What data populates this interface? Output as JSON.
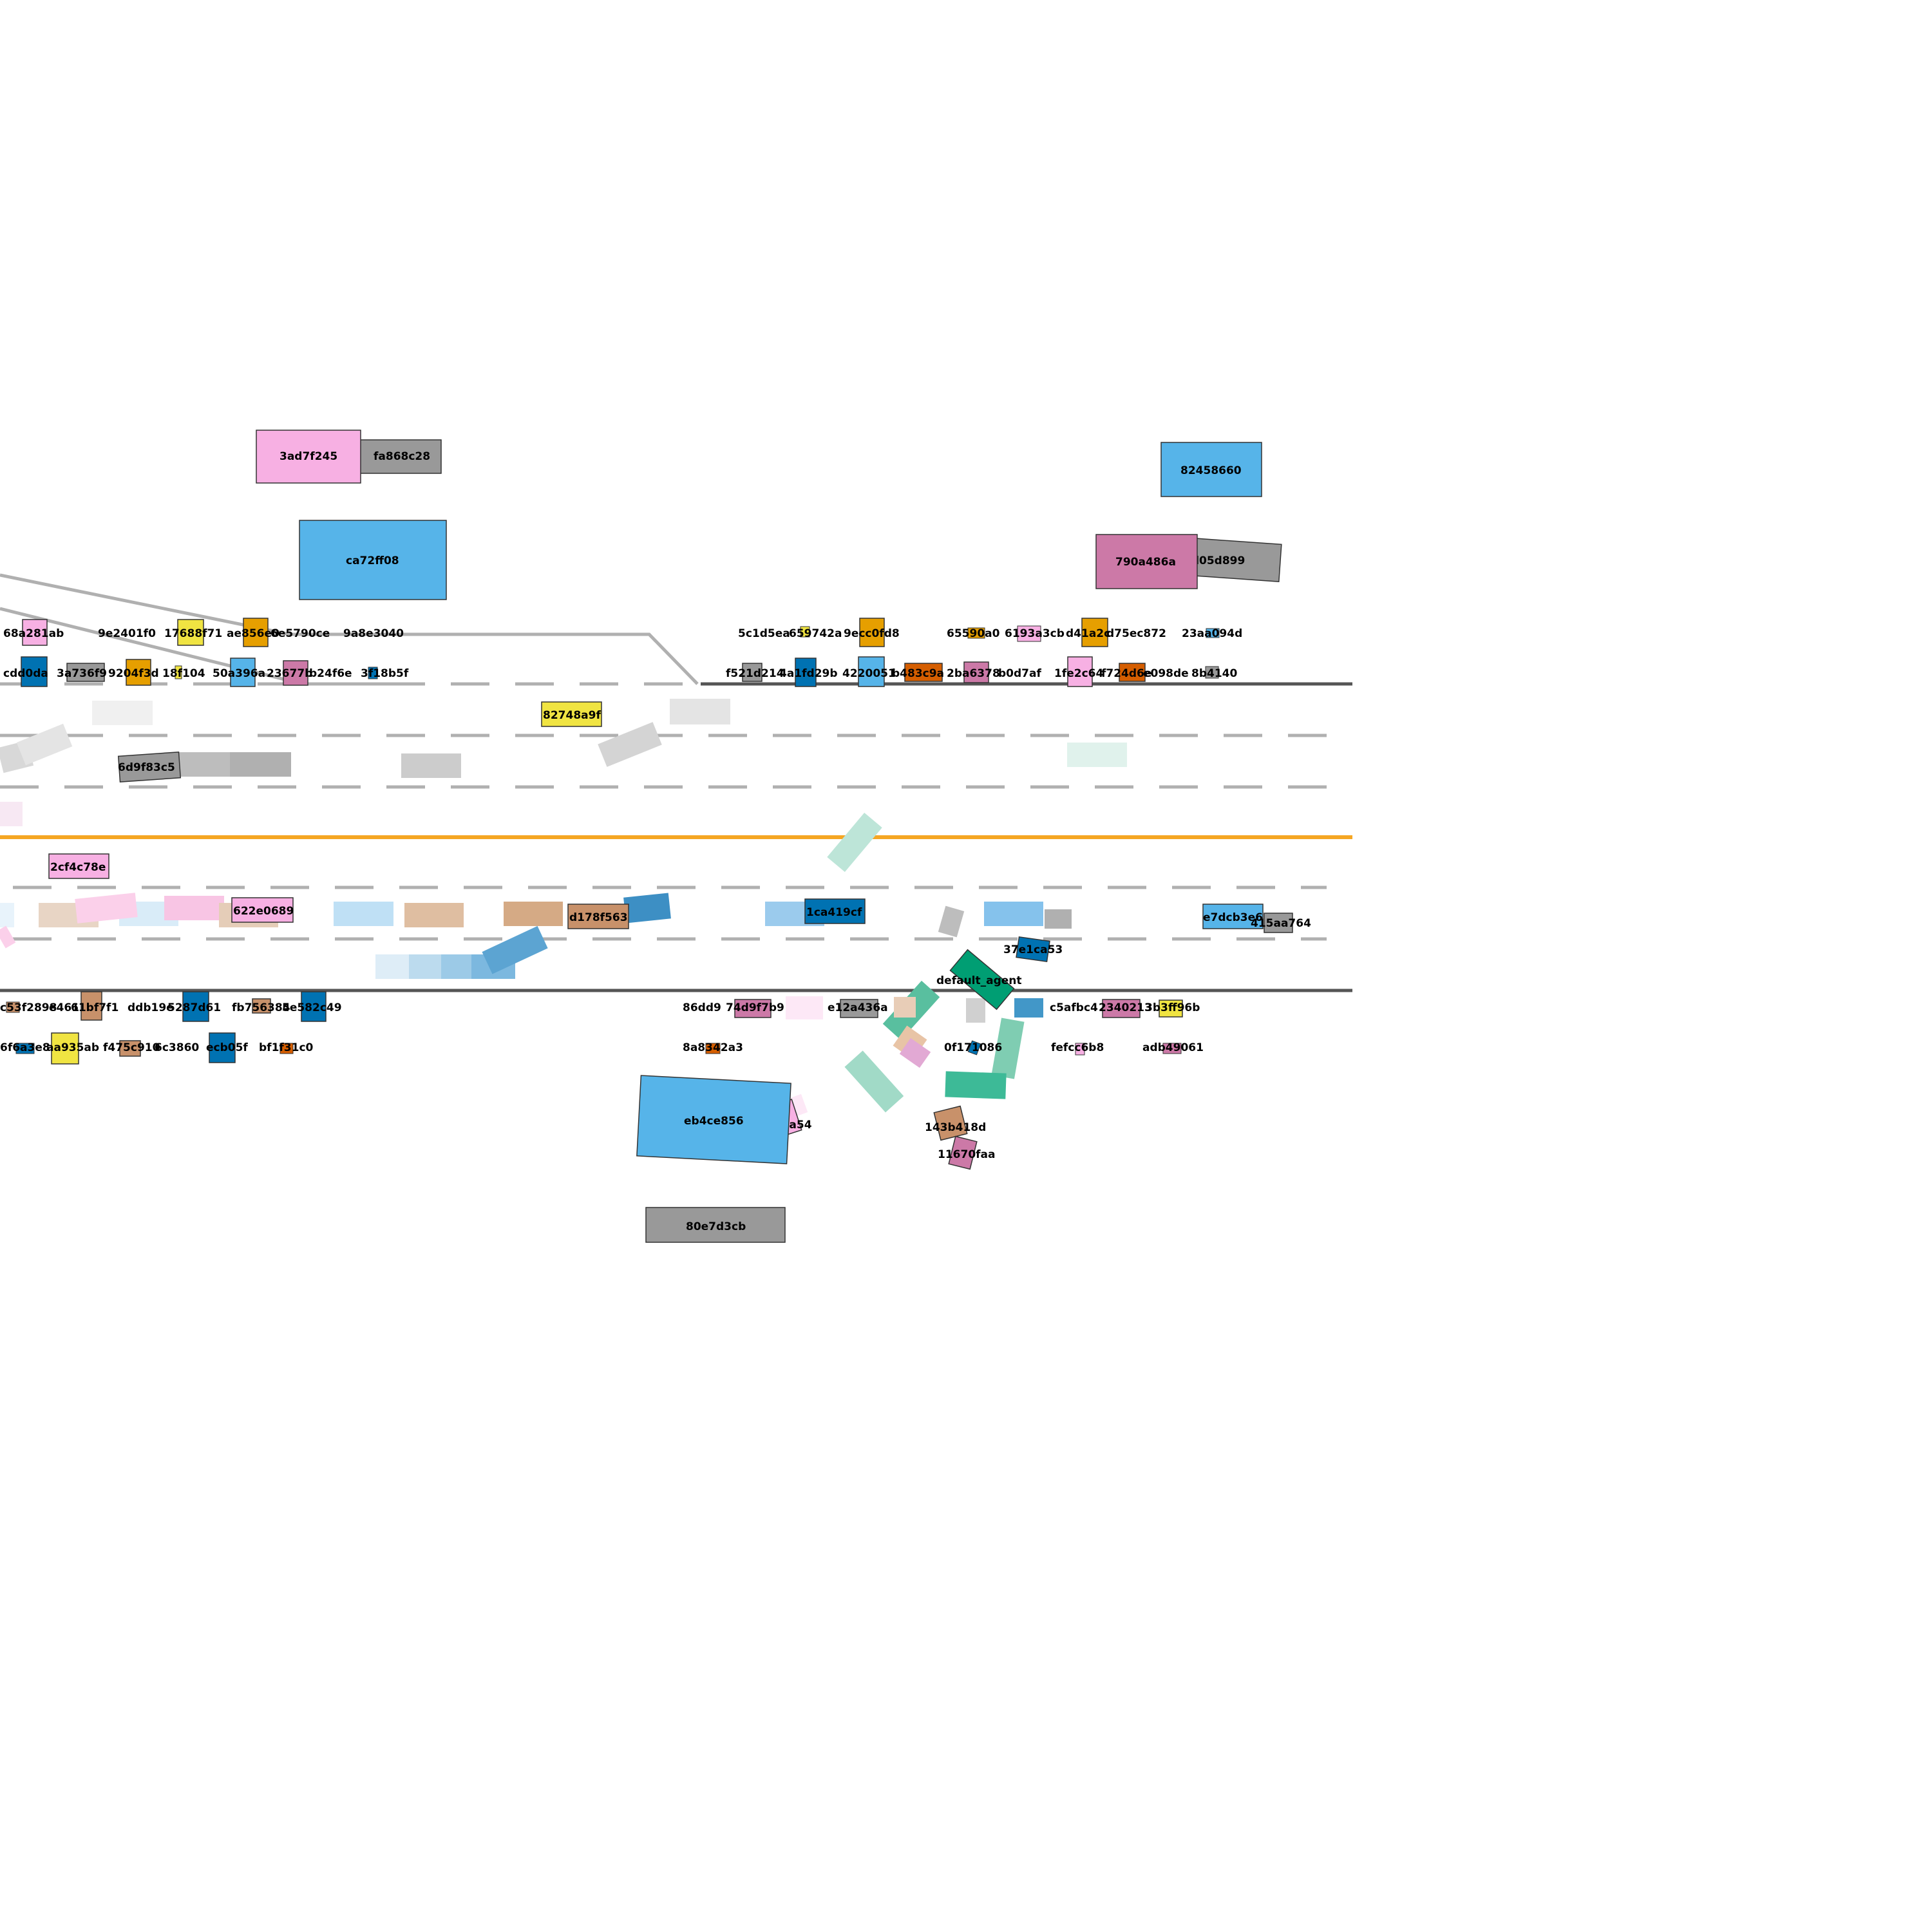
{
  "scene": {
    "ego_label": "default_agent",
    "palette": {
      "lane_line": "#b0b0b0",
      "road_edge": "#555555",
      "center_line": "#f5a623",
      "bg": "#ffffff"
    },
    "vehicles": [
      {
        "id": "3ad7f245",
        "color": "#f7b0e3"
      },
      {
        "id": "fa868c28",
        "color": "#999999"
      },
      {
        "id": "ca72ff08",
        "color": "#56b4e9"
      },
      {
        "id": "82458660",
        "color": "#56b4e9"
      },
      {
        "id": "790a486a",
        "color": "#cc79a7"
      },
      {
        "id": "9d05d899",
        "color": "#999999"
      },
      {
        "id": "82748a9f",
        "color": "#f0e442"
      },
      {
        "id": "6d9f83c5",
        "color": "#999999"
      },
      {
        "id": "2cf4c78e",
        "color": "#f7b0e3"
      },
      {
        "id": "622e0689",
        "color": "#f7b0e3"
      },
      {
        "id": "d178f563",
        "color": "#c8916a"
      },
      {
        "id": "1ca419cf",
        "color": "#0072b2"
      },
      {
        "id": "e7dcb3e6",
        "color": "#56b4e9"
      },
      {
        "id": "415aa764",
        "color": "#999999"
      },
      {
        "id": "37e1ca53",
        "color": "#0072b2"
      },
      {
        "id": "default_agent",
        "color": "#009e73"
      },
      {
        "id": "eb4ce856",
        "color": "#56b4e9"
      },
      {
        "id": "343c1a54",
        "color": "#f7b0e3"
      },
      {
        "id": "143b418d",
        "color": "#c8916a"
      },
      {
        "id": "11670faa",
        "color": "#cc79a7"
      },
      {
        "id": "80e7d3cb",
        "color": "#999999"
      }
    ],
    "label_rows": {
      "upper_north": [
        "68a281ab",
        "9e2401f0",
        "17688f71",
        "ae856e0",
        "6e5790ce",
        "9a8e3040",
        "5c1d5ea",
        "659742a",
        "9ecc0fd8",
        "65590a0",
        "6193a3cb",
        "d41a2c",
        "d75ec872",
        "23aa094d"
      ],
      "upper_south": [
        "cdd0da",
        "3a736f9",
        "9204f3d",
        "18f104",
        "50a396a",
        "23677b",
        "b24f6e",
        "3f18b5f",
        "f521d214",
        "4a1fd29b",
        "4220051",
        "b483c9a",
        "2ba6378",
        "b0d7af",
        "1fe2c64",
        "f724d6e",
        "e098de",
        "8b4140"
      ],
      "lower_north": [
        "c53f2898",
        "e461",
        "61bf7f1",
        "ddb19e",
        "5287d61",
        "fb756384",
        "5e582c49",
        "86dd9",
        "74d9f7b9",
        "e12a436a",
        "c5afbc4",
        "2340213",
        "3b3ff96b"
      ],
      "lower_south": [
        "6f6a3e8",
        "aa935ab",
        "f475c910",
        "6c3860",
        "ecb05f",
        "bf1f31c0",
        "8a8342a3",
        "0f171086",
        "fefcc6b8",
        "adb49061"
      ]
    }
  }
}
